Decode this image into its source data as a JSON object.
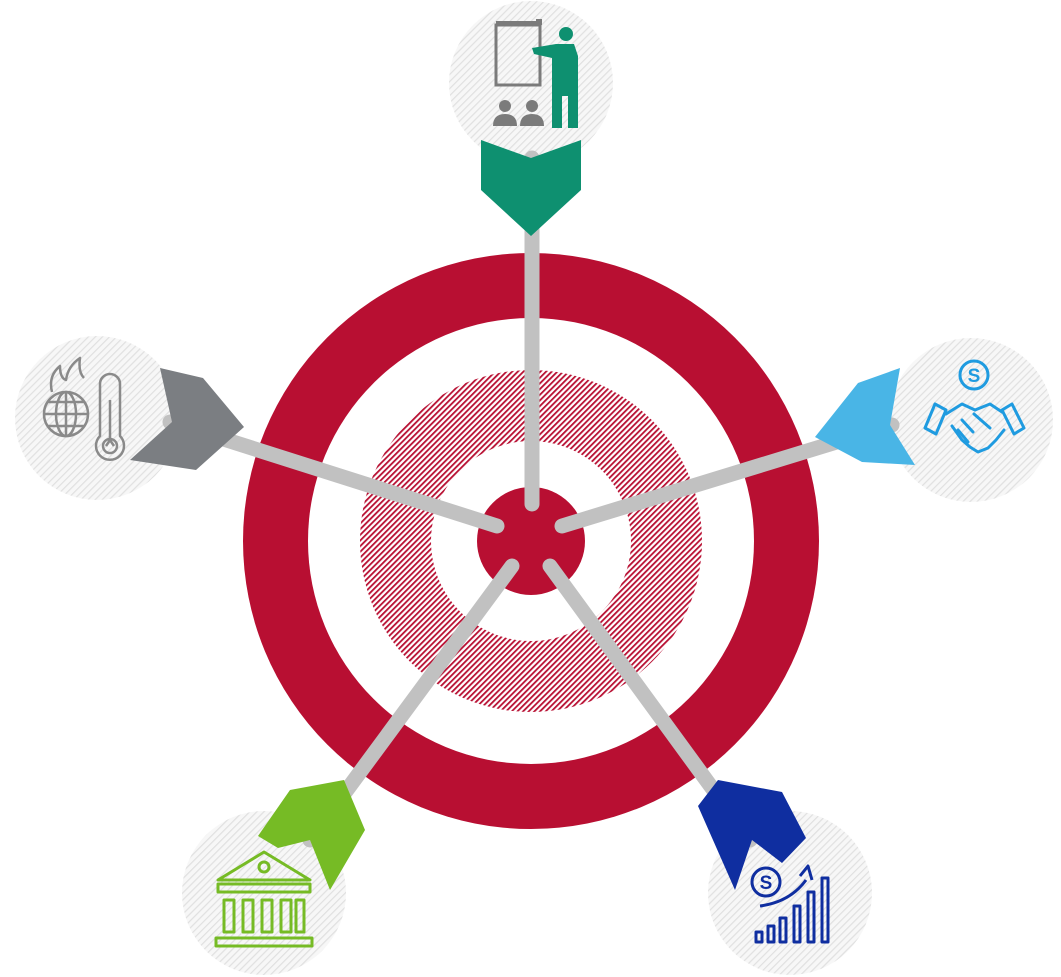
{
  "colors": {
    "target_red": "#b80f32",
    "shaft_gray": "#c1c1c1",
    "badge_fill": "#f3f3f3",
    "badge_hatch": "#e2e2e2",
    "white": "#ffffff"
  },
  "arrows": [
    {
      "id": "top",
      "fletching_color": "#0e9070",
      "icon": "presentation-icon",
      "icon_color": "#0e9070",
      "icon_secondary": "#7b7b7b"
    },
    {
      "id": "right",
      "fletching_color": "#49b5e6",
      "icon": "handshake-dollar-icon",
      "icon_color": "#1f9be0"
    },
    {
      "id": "bottom-right",
      "fletching_color": "#0f2ea0",
      "icon": "dollar-growth-chart-icon",
      "icon_color": "#0f2ea0"
    },
    {
      "id": "bottom-left",
      "fletching_color": "#76bb25",
      "icon": "bank-building-icon",
      "icon_color": "#76bb25"
    },
    {
      "id": "left",
      "fletching_color": "#7b7e82",
      "icon": "global-warming-thermometer-icon",
      "icon_color": "#8a8a8a"
    }
  ]
}
